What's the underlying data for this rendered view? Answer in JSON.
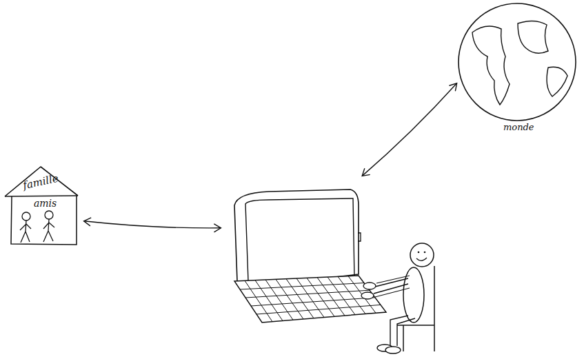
{
  "diagram": {
    "nodes": [
      {
        "text": [
          "famille",
          "amis"
        ]
      },
      {
        "text": []
      },
      {
        "text": [
          "monde"
        ]
      }
    ],
    "edges": [
      {
        "from": 0,
        "to": 1,
        "arrow": "both"
      },
      {
        "from": 1,
        "to": 2,
        "arrow": "both"
      }
    ]
  }
}
